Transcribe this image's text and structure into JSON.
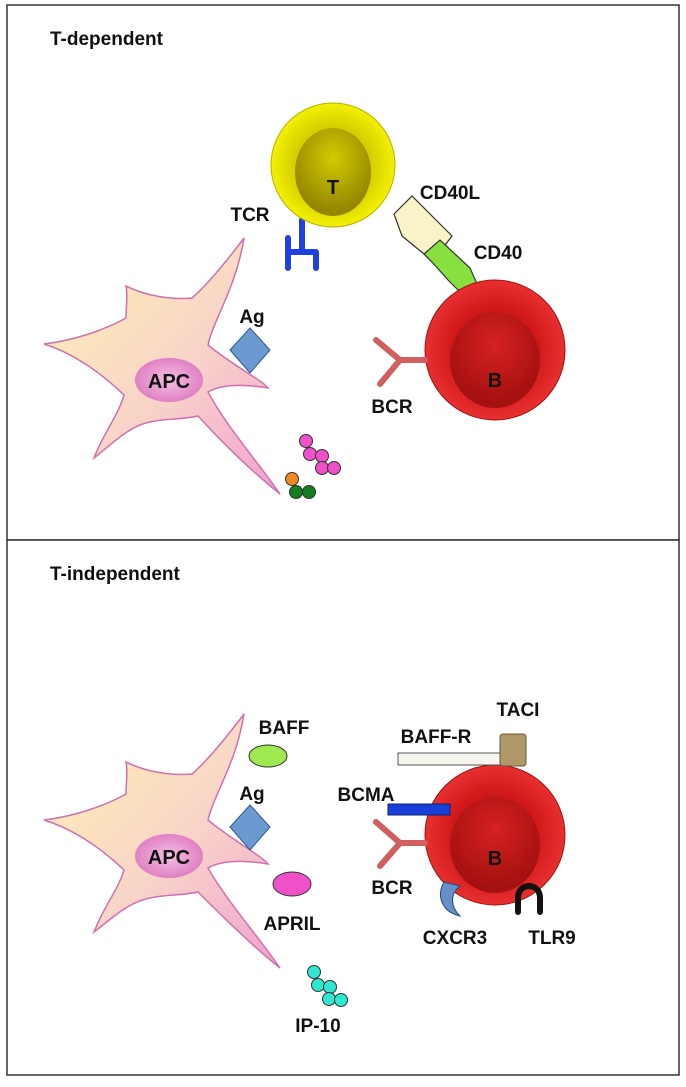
{
  "panels": {
    "top": {
      "title": "T-dependent",
      "labels": {
        "t_cell": "T",
        "tcr": "TCR",
        "cd40l": "CD40L",
        "cd40": "CD40",
        "ag": "Ag",
        "apc": "APC",
        "b_cell": "B",
        "bcr": "BCR"
      }
    },
    "bottom": {
      "title": "T-independent",
      "labels": {
        "baff": "BAFF",
        "ag": "Ag",
        "apc": "APC",
        "april": "APRIL",
        "ip10": "IP-10",
        "baff_r": "BAFF-R",
        "taci": "TACI",
        "bcma": "BCMA",
        "bcr": "BCR",
        "b_cell": "B",
        "cxcr3": "CXCR3",
        "tlr9": "TLR9"
      }
    }
  },
  "colors": {
    "t_cell": "#e8e400",
    "b_cell": "#d01818",
    "apc_body": "#f8d6c8",
    "apc_nucleus": "#e89ad0",
    "antigen": "#6a9ad0",
    "tcr": "#2040e0",
    "bcr": "#d06060",
    "cd40l": "#f8f4c8",
    "cd40": "#88e040",
    "baff": "#a0e850",
    "april": "#f050c8",
    "ip10": "#30e8d0",
    "bcma": "#1840d8",
    "taci": "#b09868",
    "cxcr3": "#6890c8",
    "tlr9": "#111111",
    "chemokine_pink": "#f050c8",
    "chemokine_orange": "#f08a20",
    "chemokine_green": "#108020"
  }
}
